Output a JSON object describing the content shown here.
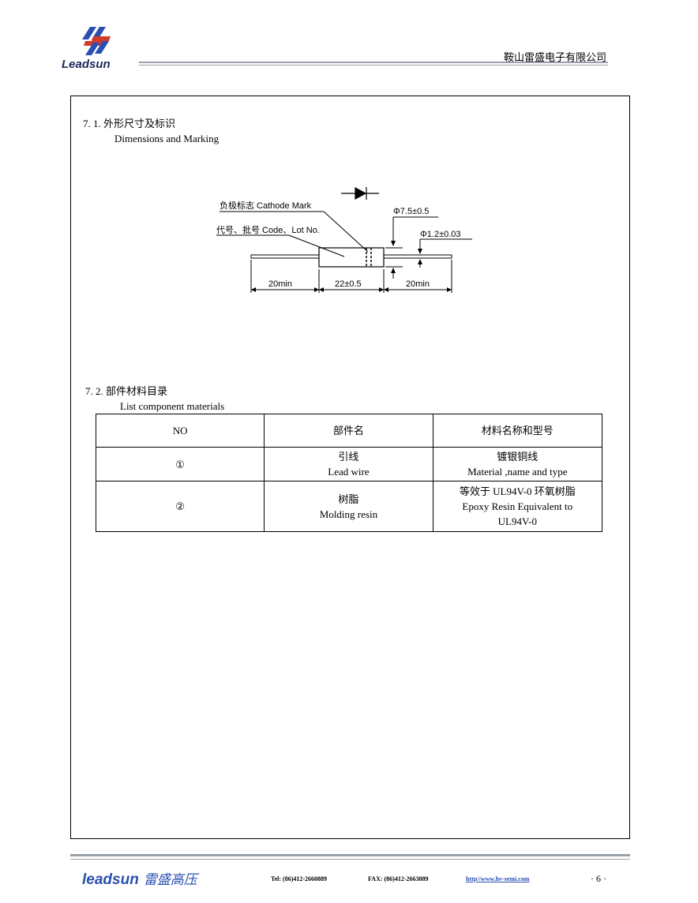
{
  "header": {
    "logo_text": "Leadsun",
    "company": "鞍山雷盛电子有限公司"
  },
  "section1": {
    "title_zh": "7. 1.   外形尺寸及标识",
    "title_en": "Dimensions and Marking"
  },
  "diagram": {
    "cathode_label": "负极标志 Cathode Mark",
    "code_label": "代号、批号 Code、Lot No.",
    "dim_body_dia": "Φ7.5±0.5",
    "dim_lead_dia": "Φ1.2±0.03",
    "dim_left_lead": "20min",
    "dim_body_len": "22±0.5",
    "dim_right_lead": "20min"
  },
  "section2": {
    "title_zh": "7.  2.  部件材料目录",
    "title_en": "List component materials"
  },
  "table": {
    "headers": [
      "NO",
      "部件名",
      "材料名称和型号"
    ],
    "rows": [
      {
        "no": "①",
        "part_zh": "引线",
        "part_en": "Lead wire",
        "mat_1": "镀银铜线",
        "mat_2": "Material ,name and type",
        "mat_3": ""
      },
      {
        "no": "②",
        "part_zh": "树脂",
        "part_en": "Molding resin",
        "mat_1": "等效于 UL94V-0 环氧树脂",
        "mat_2": "Epoxy Resin Equivalent to",
        "mat_3": "UL94V-0"
      }
    ]
  },
  "footer": {
    "logo_text": "leadsun",
    "logo_zh": "雷盛高压",
    "tel": "Tel:  (86)412-2660889",
    "fax": "FAX:  (86)412-2663889",
    "url": "http//www.hv-semi.com",
    "page": "· 6 ·",
    "brand_blue": "#2a4fb0",
    "brand_red": "#d23a2a"
  }
}
